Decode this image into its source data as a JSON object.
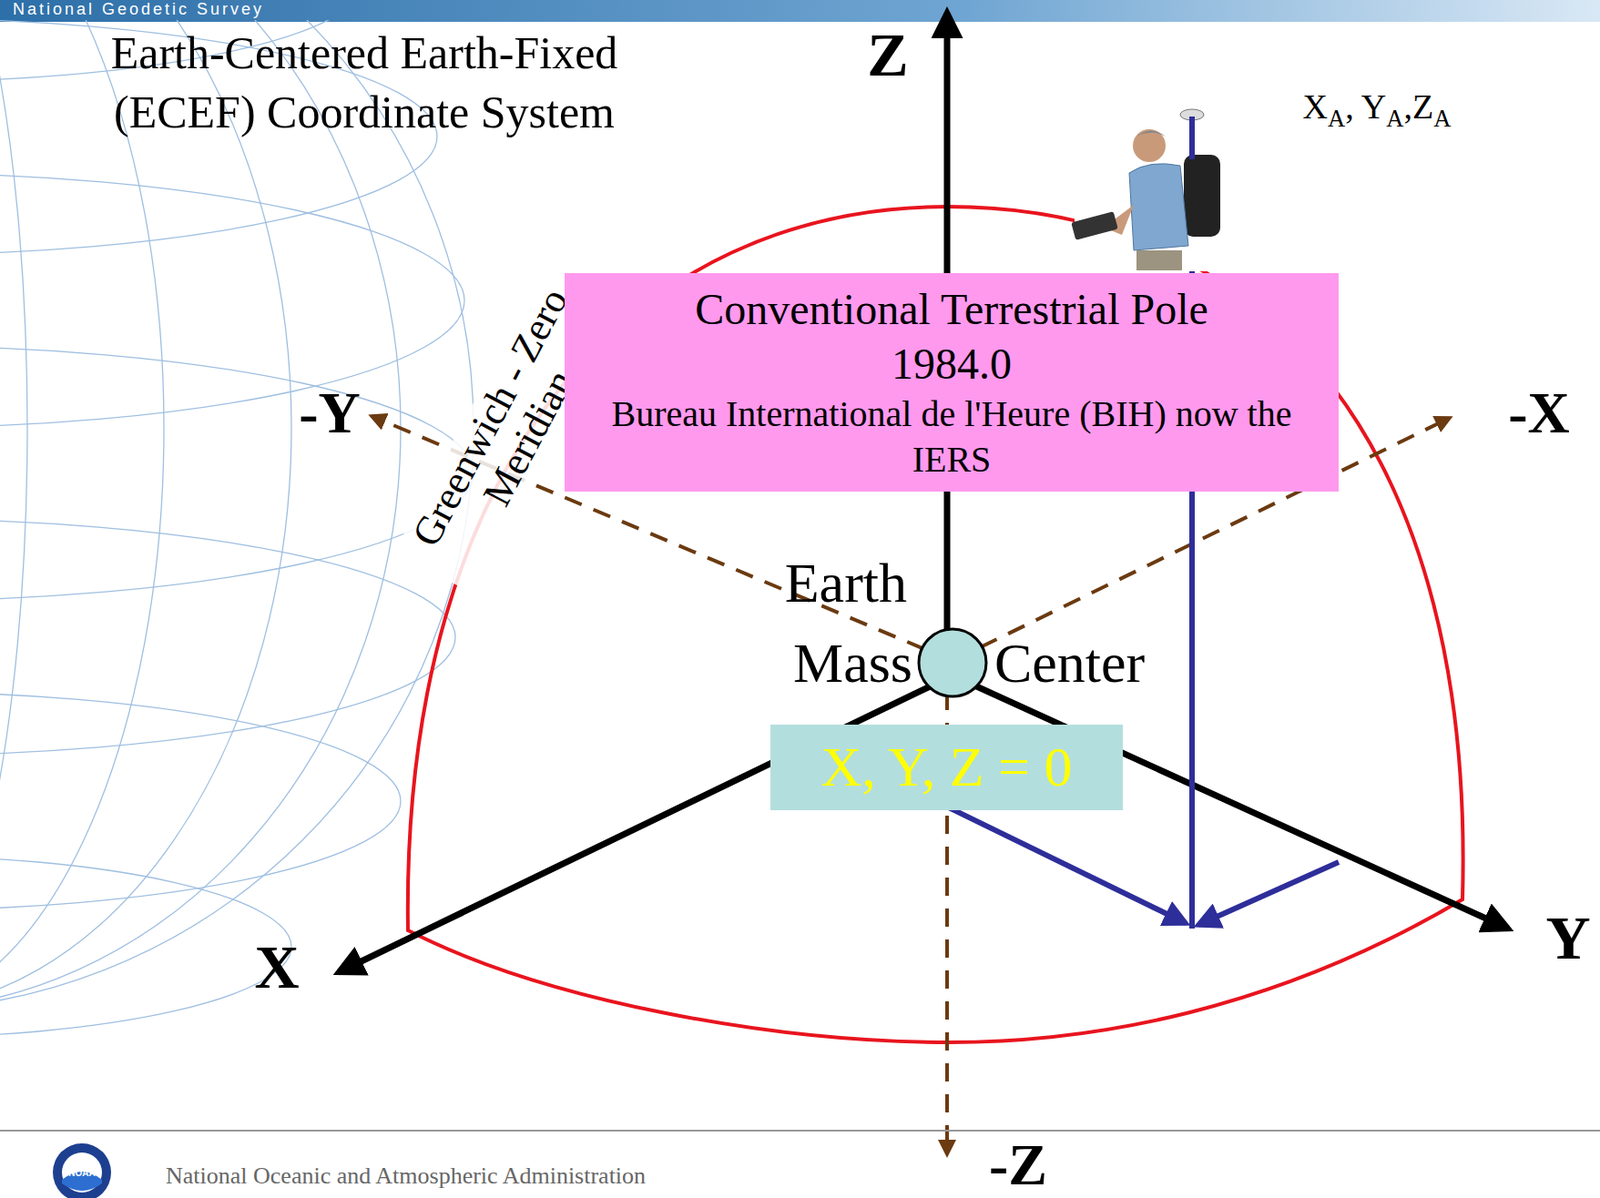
{
  "diagram": {
    "title": "Earth-Centered Earth-Fixed (ECEF) Coordinate System",
    "nodes": [
      {
        "text": [
          "Conventional Terrestrial Pole",
          "1984.0",
          "Bureau International de l'Heure (BIH) now the IERS"
        ]
      },
      {
        "text": [
          "X, Y, Z = 0"
        ]
      }
    ],
    "labels": [
      "National Geodetic Survey",
      "Z",
      "-Y",
      "-X",
      "X",
      "Y",
      "-Z",
      "XA, YA,ZA",
      "Greenwich - Zero Meridian",
      "Earth",
      "Mass",
      "Center",
      "NOAA",
      "National Oceanic and Atmospheric Administration"
    ]
  }
}
